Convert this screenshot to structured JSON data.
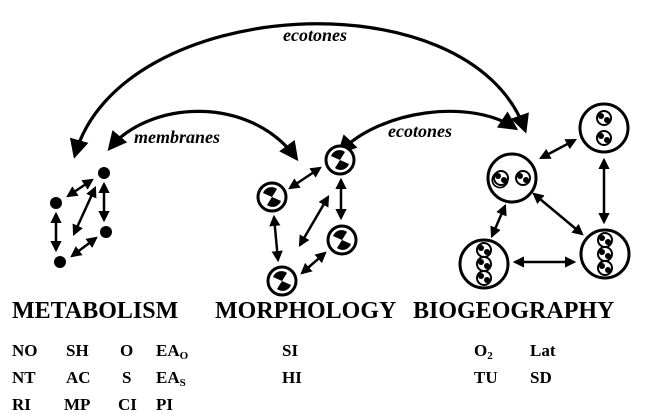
{
  "arc_labels": {
    "top": "ecotones",
    "left": "membranes",
    "right": "ecotones"
  },
  "headings": {
    "metabolism": "METABOLISM",
    "morphology": "MORPHOLOGY",
    "biogeography": "BIOGEOGRAPHY"
  },
  "metabolism_codes": {
    "row1": {
      "a": "NO",
      "b": "SH",
      "c": "O",
      "d_base": "EA",
      "d_sub": "O"
    },
    "row2": {
      "a": "NT",
      "b": "AC",
      "c": "S",
      "d_base": "EA",
      "d_sub": "S"
    },
    "row3": {
      "a": "RI",
      "b": "MP",
      "c": "CI",
      "d": "PI"
    }
  },
  "morphology_codes": {
    "row1": "SI",
    "row2": "HI"
  },
  "biogeography_codes": {
    "row1": {
      "a_base": "O",
      "a_sub": "2",
      "b": "Lat"
    },
    "row2": {
      "a": "TU",
      "b": "SD"
    }
  }
}
